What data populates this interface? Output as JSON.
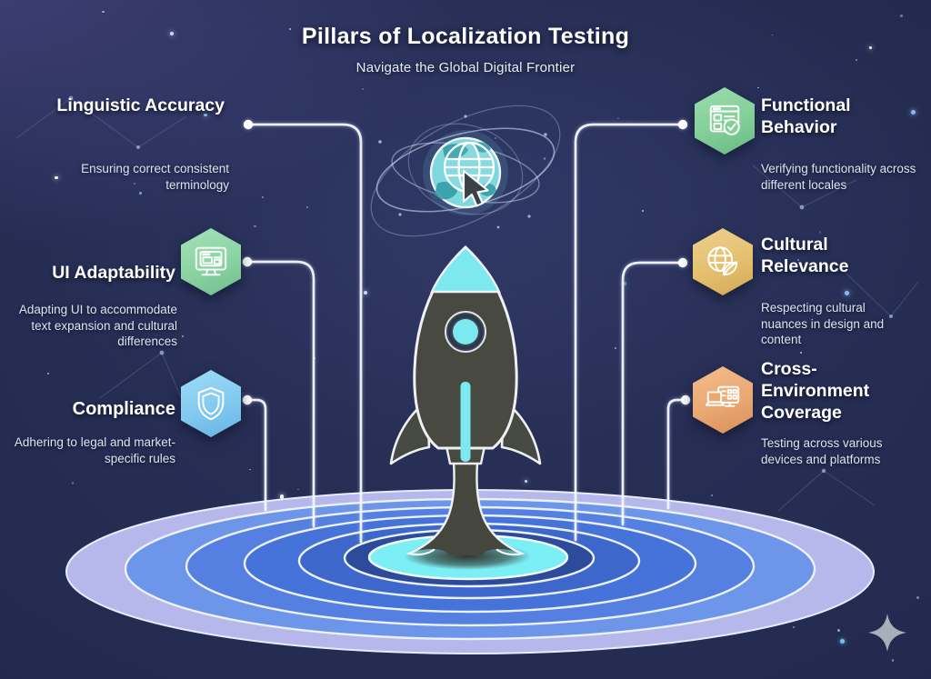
{
  "title": "Pillars of Localization Testing",
  "subtitle": "Navigate the Global Digital Frontier",
  "pillars": {
    "left": [
      {
        "name": "Linguistic Accuracy",
        "description": "Ensuring correct consistent terminology"
      },
      {
        "name": "UI Adaptability",
        "description": "Adapting UI to accommodate text expansion and cultural differences",
        "icon": "browser-monitor-icon",
        "icon_color": "#8bd3a3"
      },
      {
        "name": "Compliance",
        "description": "Adhering to legal and market-specific rules",
        "icon": "shield-icon",
        "icon_color": "#83c9f0"
      }
    ],
    "right": [
      {
        "name": "Functional Behavior",
        "description": "Verifying functionality across different locales",
        "icon": "browser-check-icon",
        "icon_color": "#83cf98"
      },
      {
        "name": "Cultural Relevance",
        "description": "Respecting cultural nuances in design and content",
        "icon": "globe-leaf-icon",
        "icon_color": "#e4c06f"
      },
      {
        "name": "Cross-Environment Coverage",
        "description": "Testing across various devices and platforms",
        "icon": "laptop-monitor-icon",
        "icon_color": "#eaa873"
      }
    ]
  },
  "center": {
    "globe_icon": "globe-cursor-icon",
    "rocket_icon": "rocket-icon",
    "platform_icon": "ripple-platform"
  },
  "decorations": {
    "sparkle_icon": "sparkle-icon"
  },
  "colors": {
    "background": "#242b50",
    "accent_cyan": "#7ce9f0",
    "connector_line": "#f6f8fc",
    "ripple_rings": [
      "#b6b8ec",
      "#6d95e9",
      "#5580e1",
      "#4673d9",
      "#3e67cb",
      "#2c4c9b",
      "#7beef6"
    ]
  }
}
